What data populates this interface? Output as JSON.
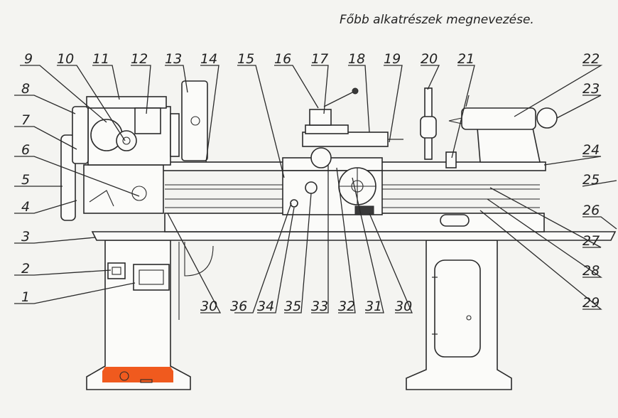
{
  "title": "Főbb alkatrészek megnevezése.",
  "highlight_color": "#f05a1e",
  "labels": [
    "1",
    "2",
    "3",
    "4",
    "5",
    "6",
    "7",
    "8",
    "9",
    "10",
    "11",
    "12",
    "13",
    "14",
    "15",
    "16",
    "17",
    "18",
    "19",
    "20",
    "21",
    "22",
    "23",
    "24",
    "25",
    "26",
    "27",
    "28",
    "29",
    "30",
    "36",
    "34",
    "35",
    "33",
    "32",
    "31",
    "30"
  ]
}
